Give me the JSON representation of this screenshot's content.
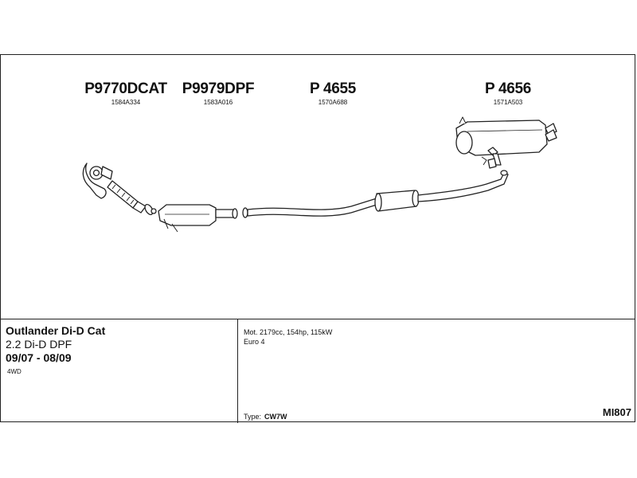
{
  "parts": [
    {
      "number": "P9770DCAT",
      "oem": "1584A334"
    },
    {
      "number": "P9979DPF",
      "oem": "1583A016"
    },
    {
      "number": "P 4655",
      "oem": "1570A688"
    },
    {
      "number": "P 4656",
      "oem": "1571A503"
    }
  ],
  "vehicle": {
    "model": "Outlander Di-D Cat",
    "variant": "2.2 Di-D DPF",
    "years": "09/07 - 08/09",
    "drive": "4WD"
  },
  "specs": {
    "engine": "Mot. 2179cc, 154hp, 115kW",
    "emission": "Euro 4",
    "type_label": "Type:",
    "type_value": "CW7W"
  },
  "diagram_code": "MI807"
}
